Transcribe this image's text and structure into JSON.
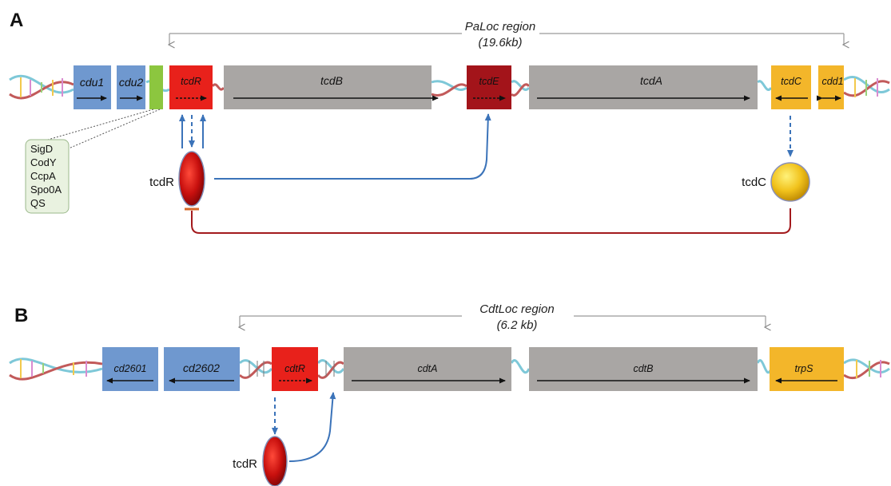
{
  "panels": {
    "a": {
      "label": "A",
      "region_name": "PaLoc region",
      "region_size": "(19.6kb)",
      "genes": {
        "cdu1": "cdu1",
        "cdu2": "cdu2",
        "tcdR": "tcdR",
        "tcdB": "tcdB",
        "tcdE": "tcdE",
        "tcdA": "tcdA",
        "tcdC": "tcdC",
        "cdd1": "cdd1"
      },
      "proteins": {
        "tcdR": "tcdR",
        "tcdC": "tcdC"
      },
      "regulators": [
        "SigD",
        "CodY",
        "CcpA",
        "Spo0A",
        "QS"
      ]
    },
    "b": {
      "label": "B",
      "region_name": "CdtLoc region",
      "region_size": "(6.2 kb)",
      "genes": {
        "cd2601": "cd2601",
        "cd2602": "cd2602",
        "cdtR": "cdtR",
        "cdtA": "cdtA",
        "cdtB": "cdtB",
        "trpS": "trpS"
      },
      "proteins": {
        "tcdR": "tcdR"
      }
    }
  },
  "colors": {
    "blue_gene": "#6f98cf",
    "gray_gene": "#a9a6a4",
    "red_gene": "#e8211b",
    "darkred_gene": "#a3141a",
    "yellow_gene": "#f3b62a",
    "green_box": "#8cc63f",
    "activation_arrow": "#3b73b9",
    "repression_line": "#a31a1d",
    "regulator_box": "#e9f2e0",
    "dna_cyan": "#7ec8d8",
    "dna_red": "#c25a5a"
  },
  "icons": [
    "dna-helix",
    "ellipse-protein-red",
    "sphere-protein-yellow"
  ]
}
